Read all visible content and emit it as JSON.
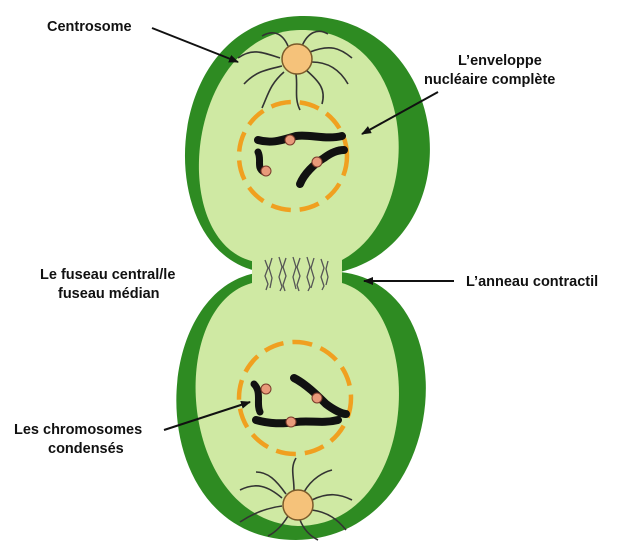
{
  "labels": {
    "centrosome": "Centrosome",
    "envelope_line1": "L’enveloppe",
    "envelope_line2": "nucléaire complète",
    "spindle_line1": "Le fuseau central/le",
    "spindle_line2": "fuseau médian",
    "ring": "L’anneau contractil",
    "chromosomes_line1": "Les chromosomes",
    "chromosomes_line2": "condensés"
  },
  "colors": {
    "membrane": "#2e8b22",
    "cytoplasm": "#cfe9a3",
    "envelope": "#f0a020",
    "centrosome": "#f5c27a",
    "chromosome": "#111111",
    "centromere": "#e89a7a",
    "spindle": "#555555",
    "text": "#111111"
  }
}
